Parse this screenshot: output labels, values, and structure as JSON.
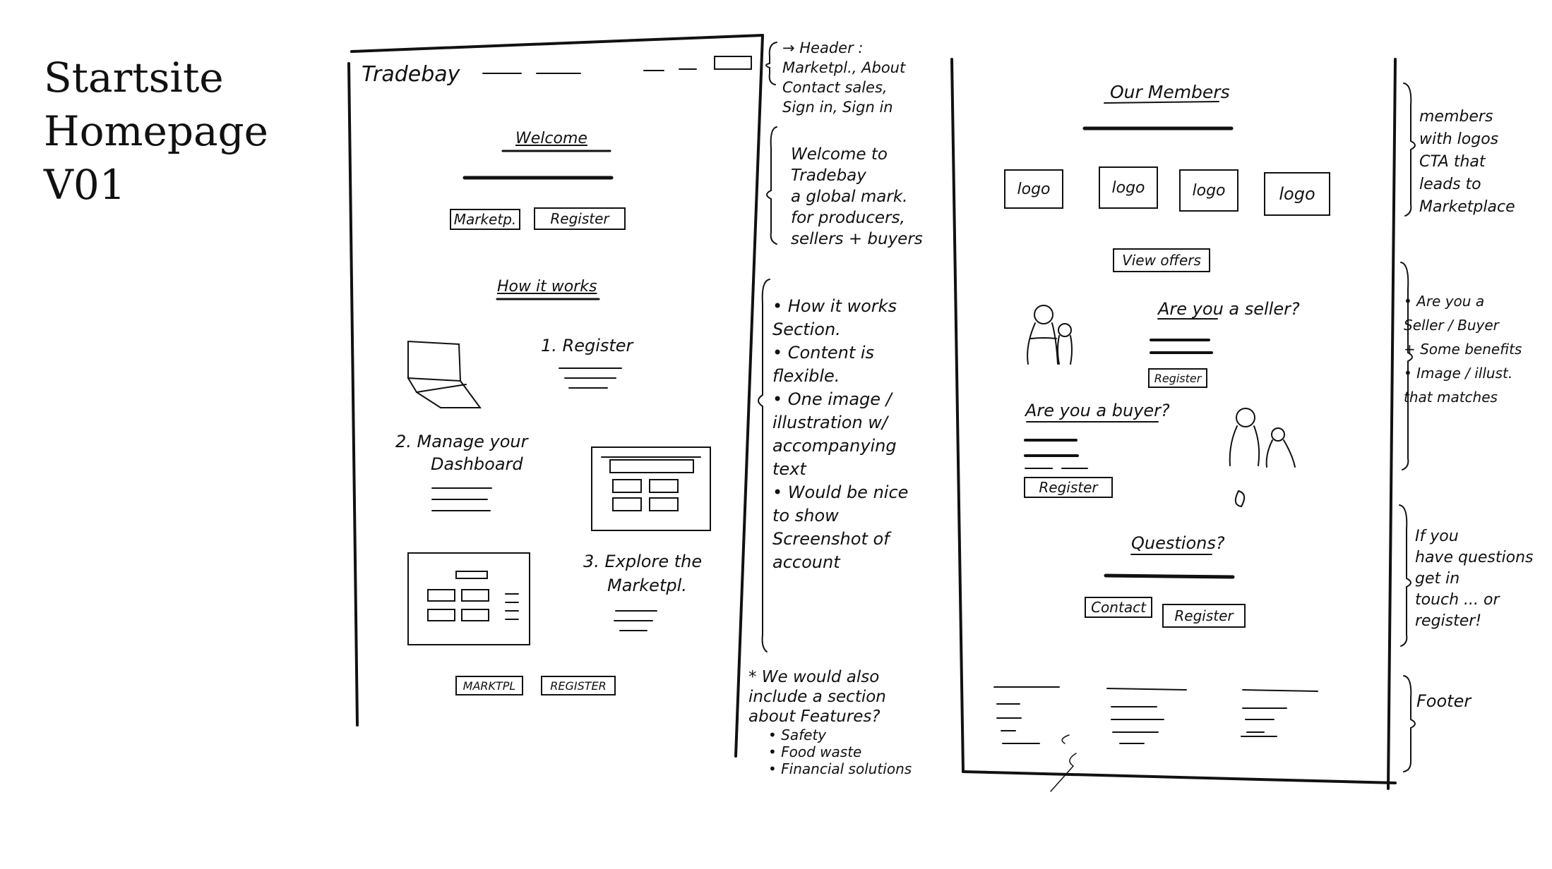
{
  "title": {
    "line1": "Startsite",
    "line2": "Homepage",
    "line3": "V01"
  },
  "left_frame": {
    "logo": "Tradebay",
    "welcome_heading": "Welcome",
    "btn_marketplace": "Marketp.",
    "btn_register": "Register",
    "how_heading": "How it works",
    "step1": "1. Register",
    "step2_line1": "2. Manage your",
    "step2_line2": "Dashboard",
    "step3_line1": "3. Explore the",
    "step3_line2": "Marketpl.",
    "btn_bottom_marketplace": "MARKTPL",
    "btn_bottom_register": "REGISTER"
  },
  "middle_notes": {
    "header": [
      "→ Header :",
      "Marketpl., About",
      "Contact sales,",
      "Sign in, Sign in"
    ],
    "welcome": [
      "Welcome to",
      "Tradebay",
      "a global mark.",
      "for producers,",
      "sellers + buyers"
    ],
    "how": [
      "• How it works",
      "Section.",
      "• Content is",
      "flexible.",
      "• One image /",
      "illustration w/",
      "accompanying",
      "text",
      "• Would be nice",
      "to show",
      "Screenshot of",
      "account"
    ],
    "features": [
      "* We would also",
      "include a section",
      "about Features?",
      "• Safety",
      "• Food waste",
      "• Financial solutions"
    ]
  },
  "right_frame": {
    "members_heading": "Our Members",
    "logos": [
      "logo",
      "logo",
      "logo",
      "logo"
    ],
    "btn_view_offers": "View offers",
    "seller_heading": "Are you a seller?",
    "btn_seller_register": "Register",
    "buyer_heading": "Are you a buyer?",
    "btn_buyer_register": "Register",
    "questions_heading": "Questions?",
    "btn_contact": "Contact",
    "btn_register": "Register"
  },
  "right_notes": {
    "members": [
      "members",
      "with logos",
      "CTA that",
      "leads to",
      "Marketplace"
    ],
    "seller": [
      "• Are you a",
      "Seller / Buyer",
      "+ Some benefits",
      "• Image / illust.",
      "that matches"
    ],
    "questions": [
      "If you",
      "have questions",
      "get in",
      "touch ... or",
      "register!"
    ],
    "footer": "Footer"
  }
}
